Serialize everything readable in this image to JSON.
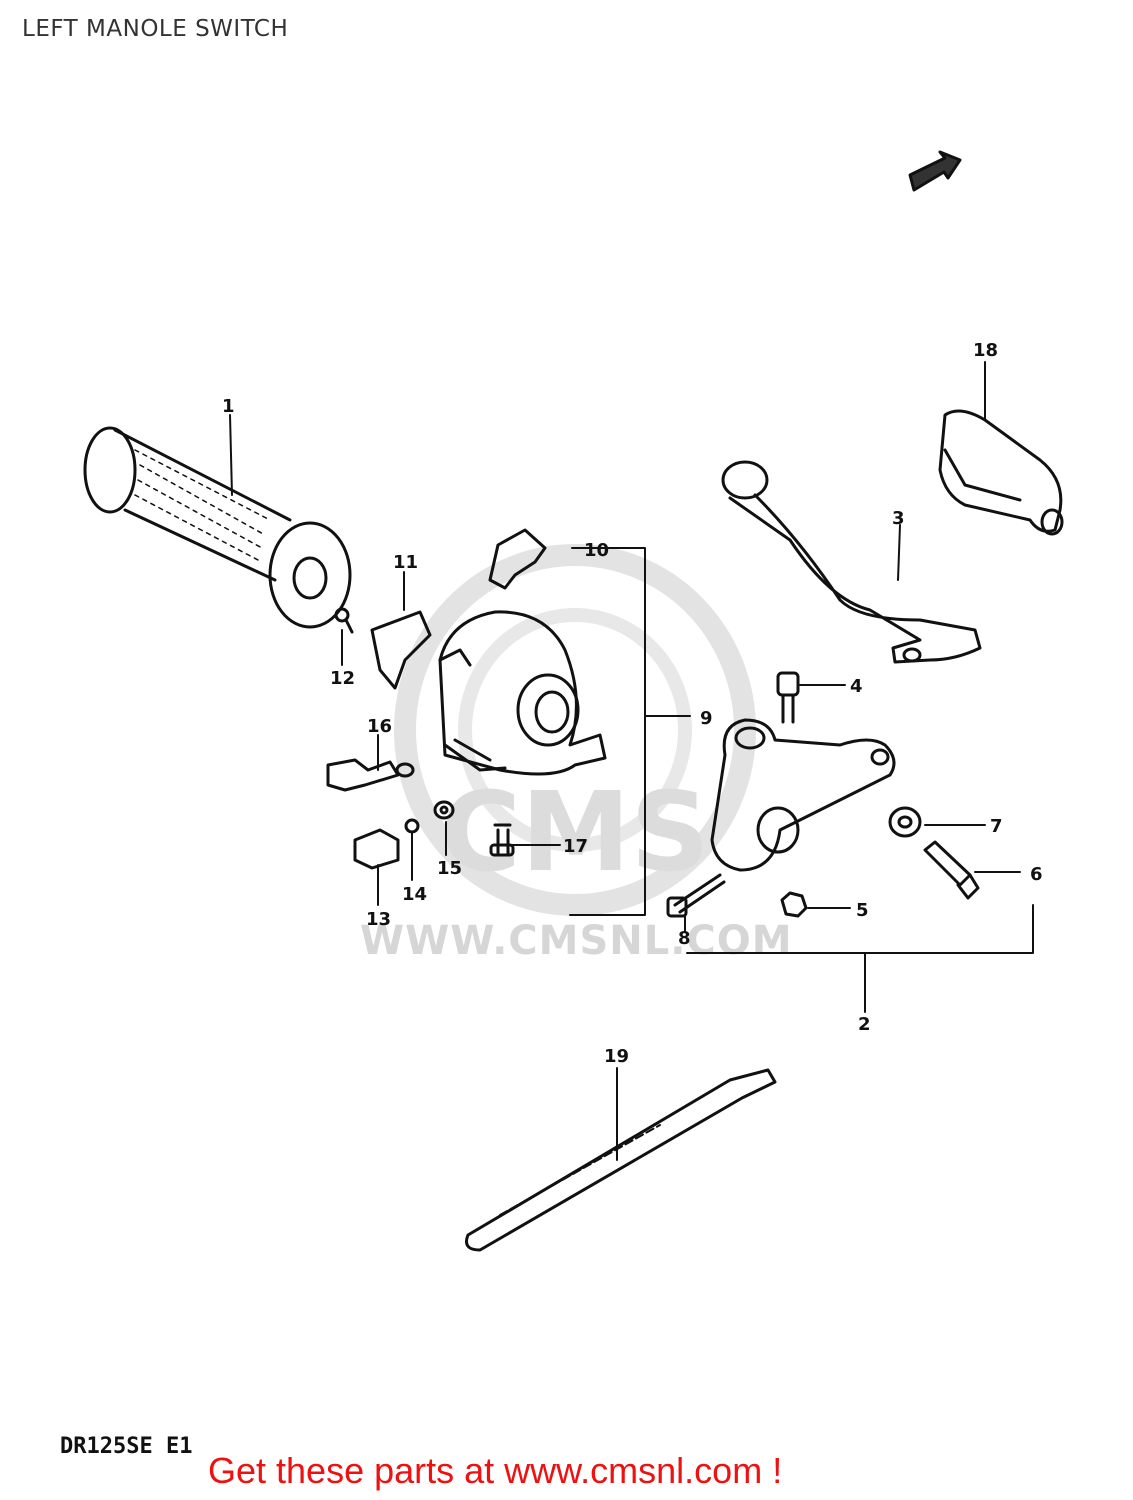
{
  "title": "LEFT MANOLE SWITCH",
  "watermark": {
    "brand": "CMS",
    "url": "WWW.CMSNL.COM"
  },
  "model_code": "DR125SE E1",
  "promo": "Get these parts at www.cmsnl.com !",
  "callouts": [
    "1",
    "2",
    "3",
    "4",
    "5",
    "6",
    "7",
    "8",
    "9",
    "10",
    "11",
    "12",
    "13",
    "14",
    "15",
    "16",
    "17",
    "18",
    "19"
  ],
  "colors": {
    "ink": "#111111",
    "promo": "#ee1111",
    "watermark": "#d6d6d6"
  }
}
